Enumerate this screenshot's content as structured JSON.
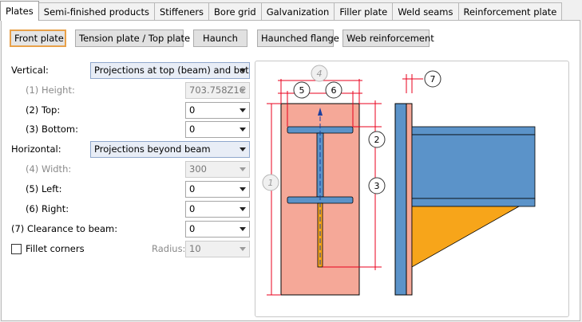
{
  "tabs": [
    {
      "label": "Plates"
    },
    {
      "label": "Semi-finished products"
    },
    {
      "label": "Stiffeners"
    },
    {
      "label": "Bore grid"
    },
    {
      "label": "Galvanization"
    },
    {
      "label": "Filler plate"
    },
    {
      "label": "Weld seams"
    },
    {
      "label": "Reinforcement plate"
    }
  ],
  "types": {
    "front_plate": "Front plate",
    "tension_plate": "Tension plate / Top plate",
    "haunch": "Haunch",
    "haunched_flange": "Haunched flange",
    "web_reinforcement": "Web reinforcement"
  },
  "form": {
    "vertical_label": "Vertical:",
    "vertical_value": "Projections at top (beam) and bot",
    "height_label": "(1) Height:",
    "height_value": "703.758Z1C",
    "top_label": "(2) Top:",
    "top_value": "0",
    "bottom_label": "(3) Bottom:",
    "bottom_value": "0",
    "horizontal_label": "Horizontal:",
    "horizontal_value": "Projections beyond beam",
    "width_label": "(4) Width:",
    "width_value": "300",
    "left_label": "(5) Left:",
    "left_value": "0",
    "right_label": "(6) Right:",
    "right_value": "0",
    "clearance_label": "(7) Clearance to beam:",
    "clearance_value": "0",
    "fillet_label": "Fillet corners",
    "radius_label": "Radius:",
    "radius_value": "10"
  },
  "diagram": {
    "callouts": [
      "1",
      "2",
      "3",
      "4",
      "5",
      "6",
      "7"
    ],
    "colors": {
      "plate": "#f5a898",
      "beam": "#5b93c9",
      "haunch": "#f7a51a",
      "dimension": "#e8001c",
      "outline": "#000000"
    }
  }
}
